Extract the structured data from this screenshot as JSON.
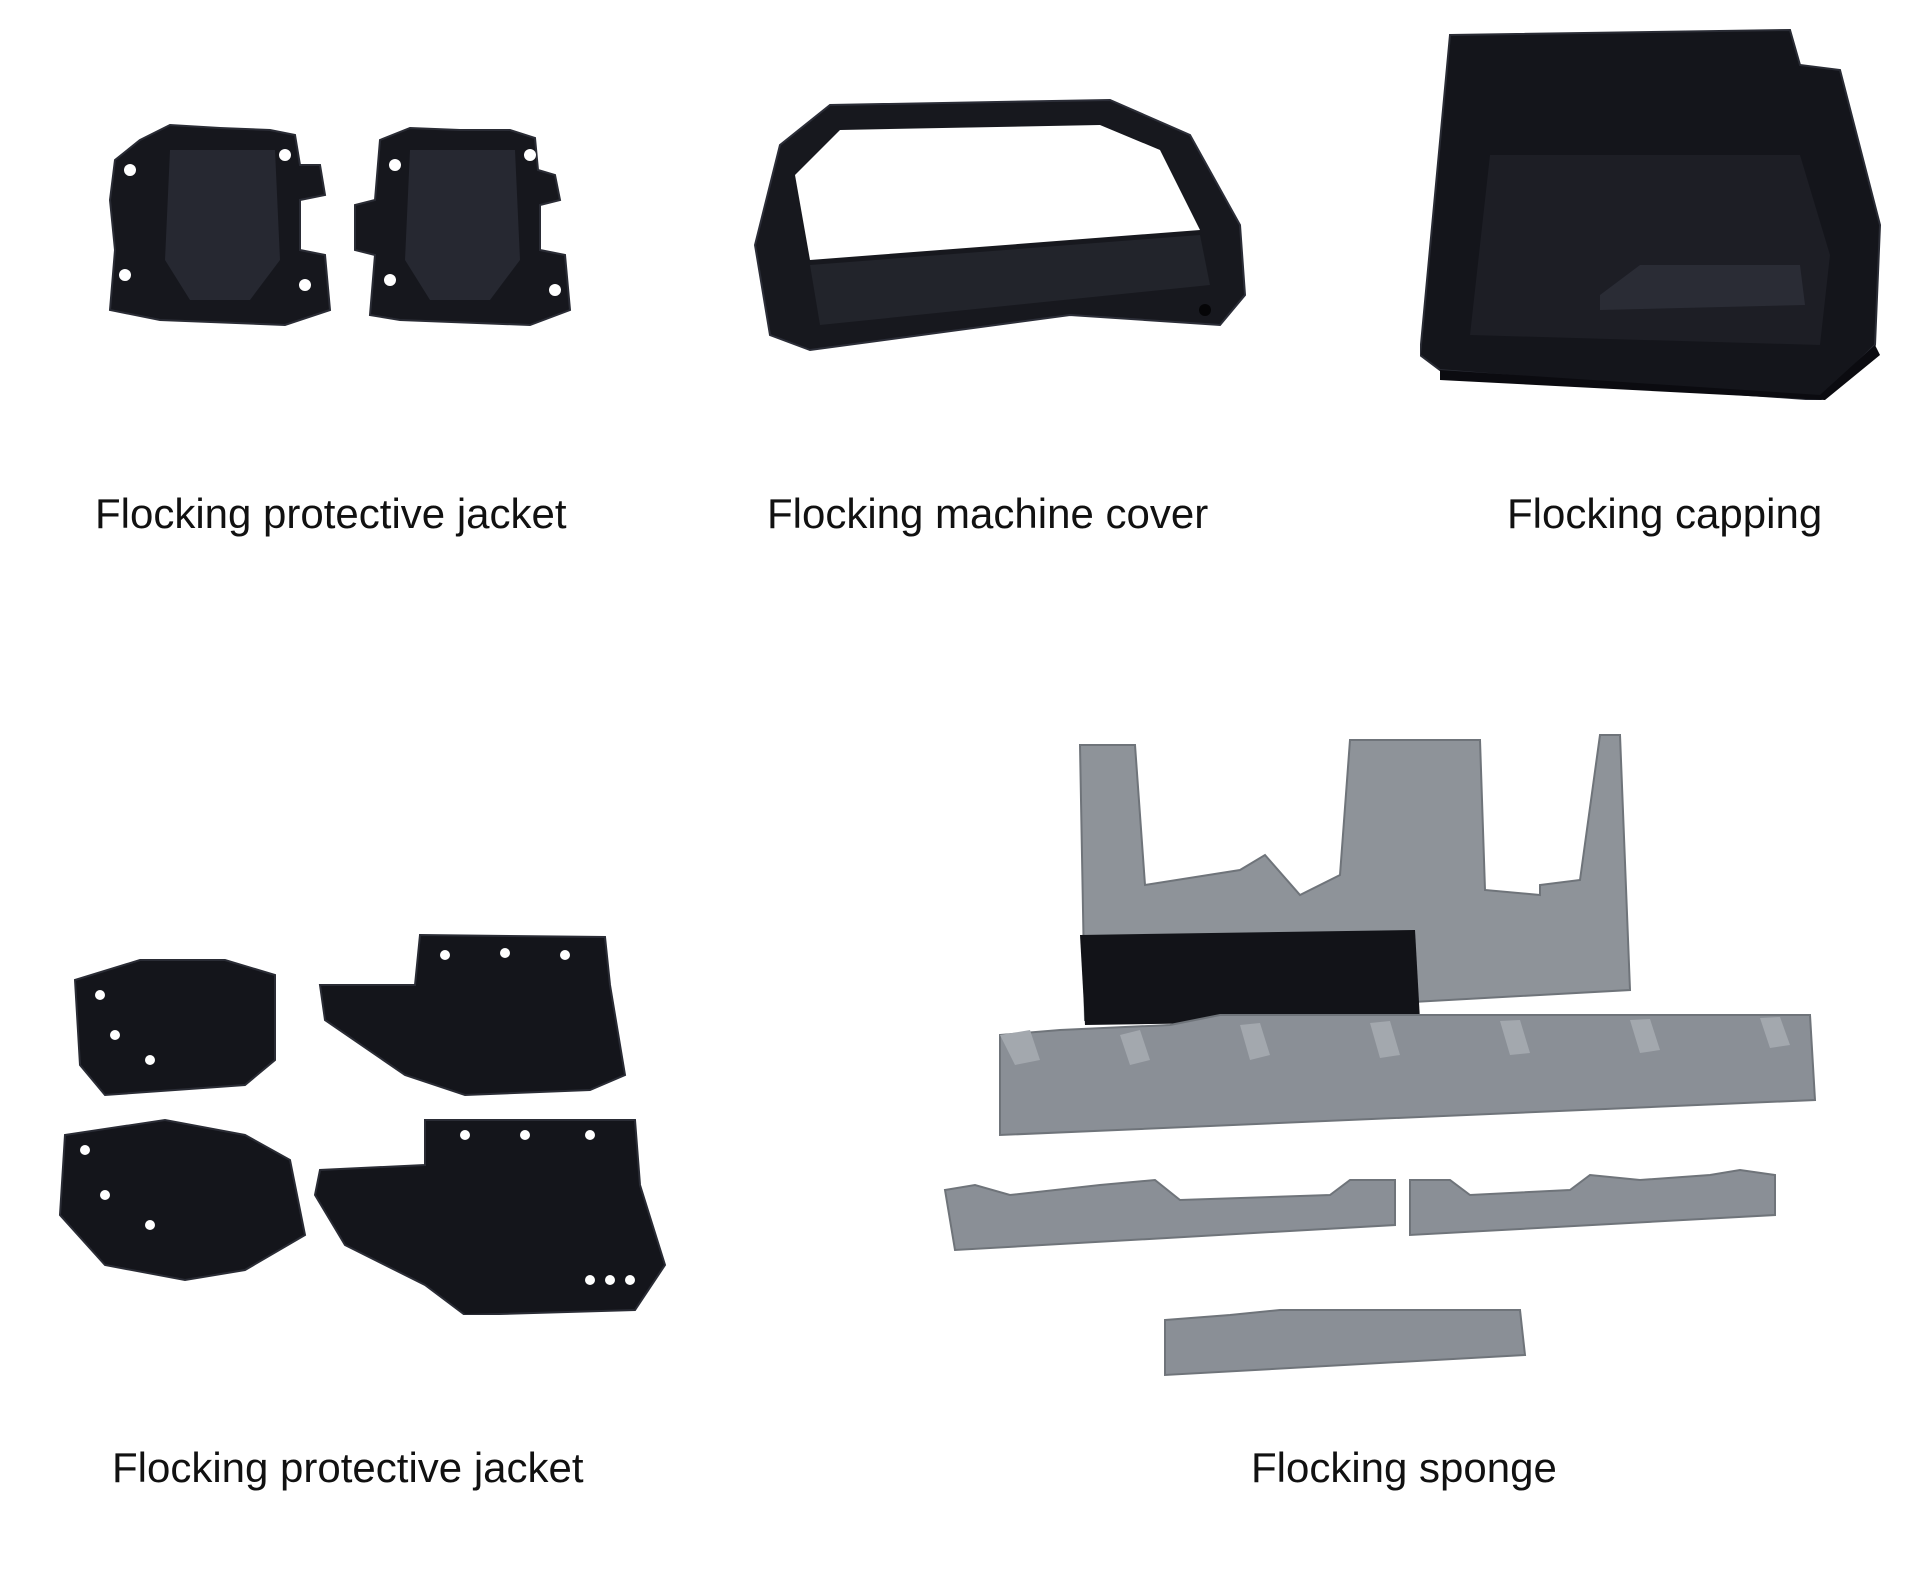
{
  "products": [
    {
      "caption": "Flocking protective jacket",
      "image": "black-flocked-mounting-plates-pair"
    },
    {
      "caption": "Flocking machine cover",
      "image": "black-flocked-frame-cover"
    },
    {
      "caption": "Flocking capping",
      "image": "black-flocked-tray-cap"
    },
    {
      "caption": "Flocking protective jacket",
      "image": "black-flocked-holster-parts-set"
    },
    {
      "caption": "Flocking sponge",
      "image": "grey-flocked-sponge-inserts"
    }
  ],
  "colors": {
    "background": "#ffffff",
    "flocking_black": "#15161c",
    "flocking_black_highlight": "#2c2e38",
    "sponge_grey": "#8a8f96",
    "sponge_grey_light": "#a3a8ae",
    "caption_text": "#111111"
  }
}
